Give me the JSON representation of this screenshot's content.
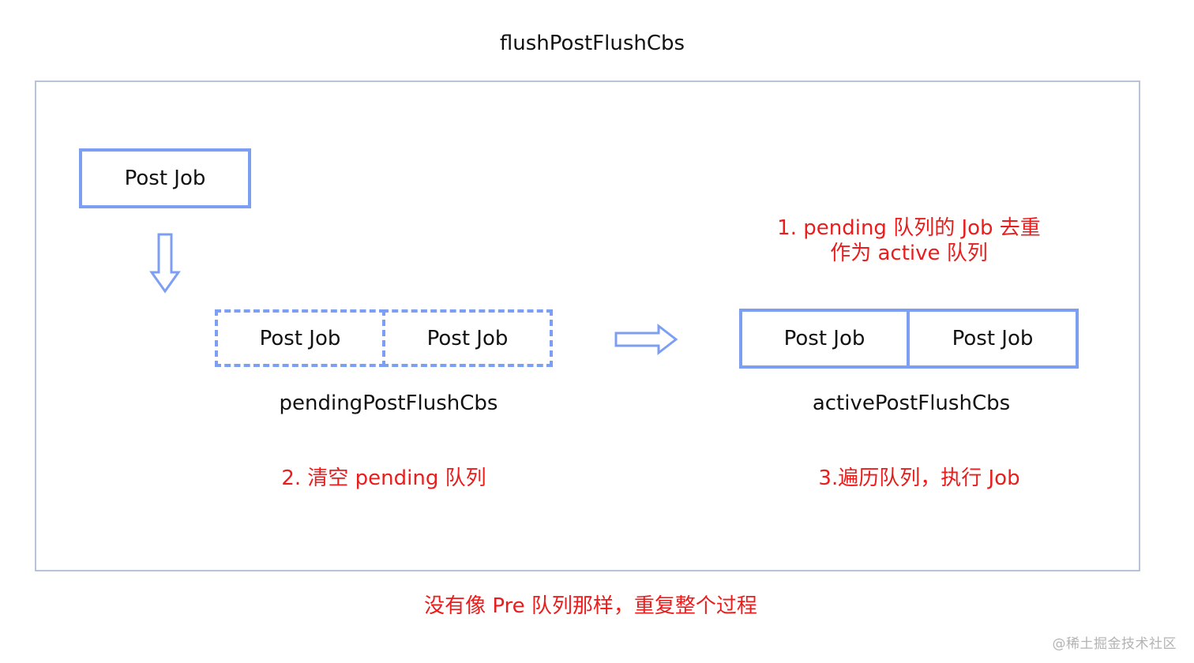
{
  "title": "flushPostFlushCbs",
  "incoming_job": {
    "label": "Post Job"
  },
  "pending_queue": {
    "jobs": [
      "Post Job",
      "Post Job"
    ],
    "label": "pendingPostFlushCbs",
    "step_text": "2. 清空 pending 队列"
  },
  "active_queue": {
    "jobs": [
      "Post Job",
      "Post Job"
    ],
    "label": "activePostFlushCbs",
    "note_line1": "1. pending 队列的 Job 去重",
    "note_line2": "作为 active 队列",
    "step_text": "3.遍历队列，执行 Job"
  },
  "footer_note": "没有像 Pre 队列那样，重复整个过程",
  "watermark": "@稀土掘金技术社区",
  "colors": {
    "box_border": "#7d9ff3",
    "frame_border": "#b7c4d8",
    "note_red": "#ea1d1d"
  }
}
